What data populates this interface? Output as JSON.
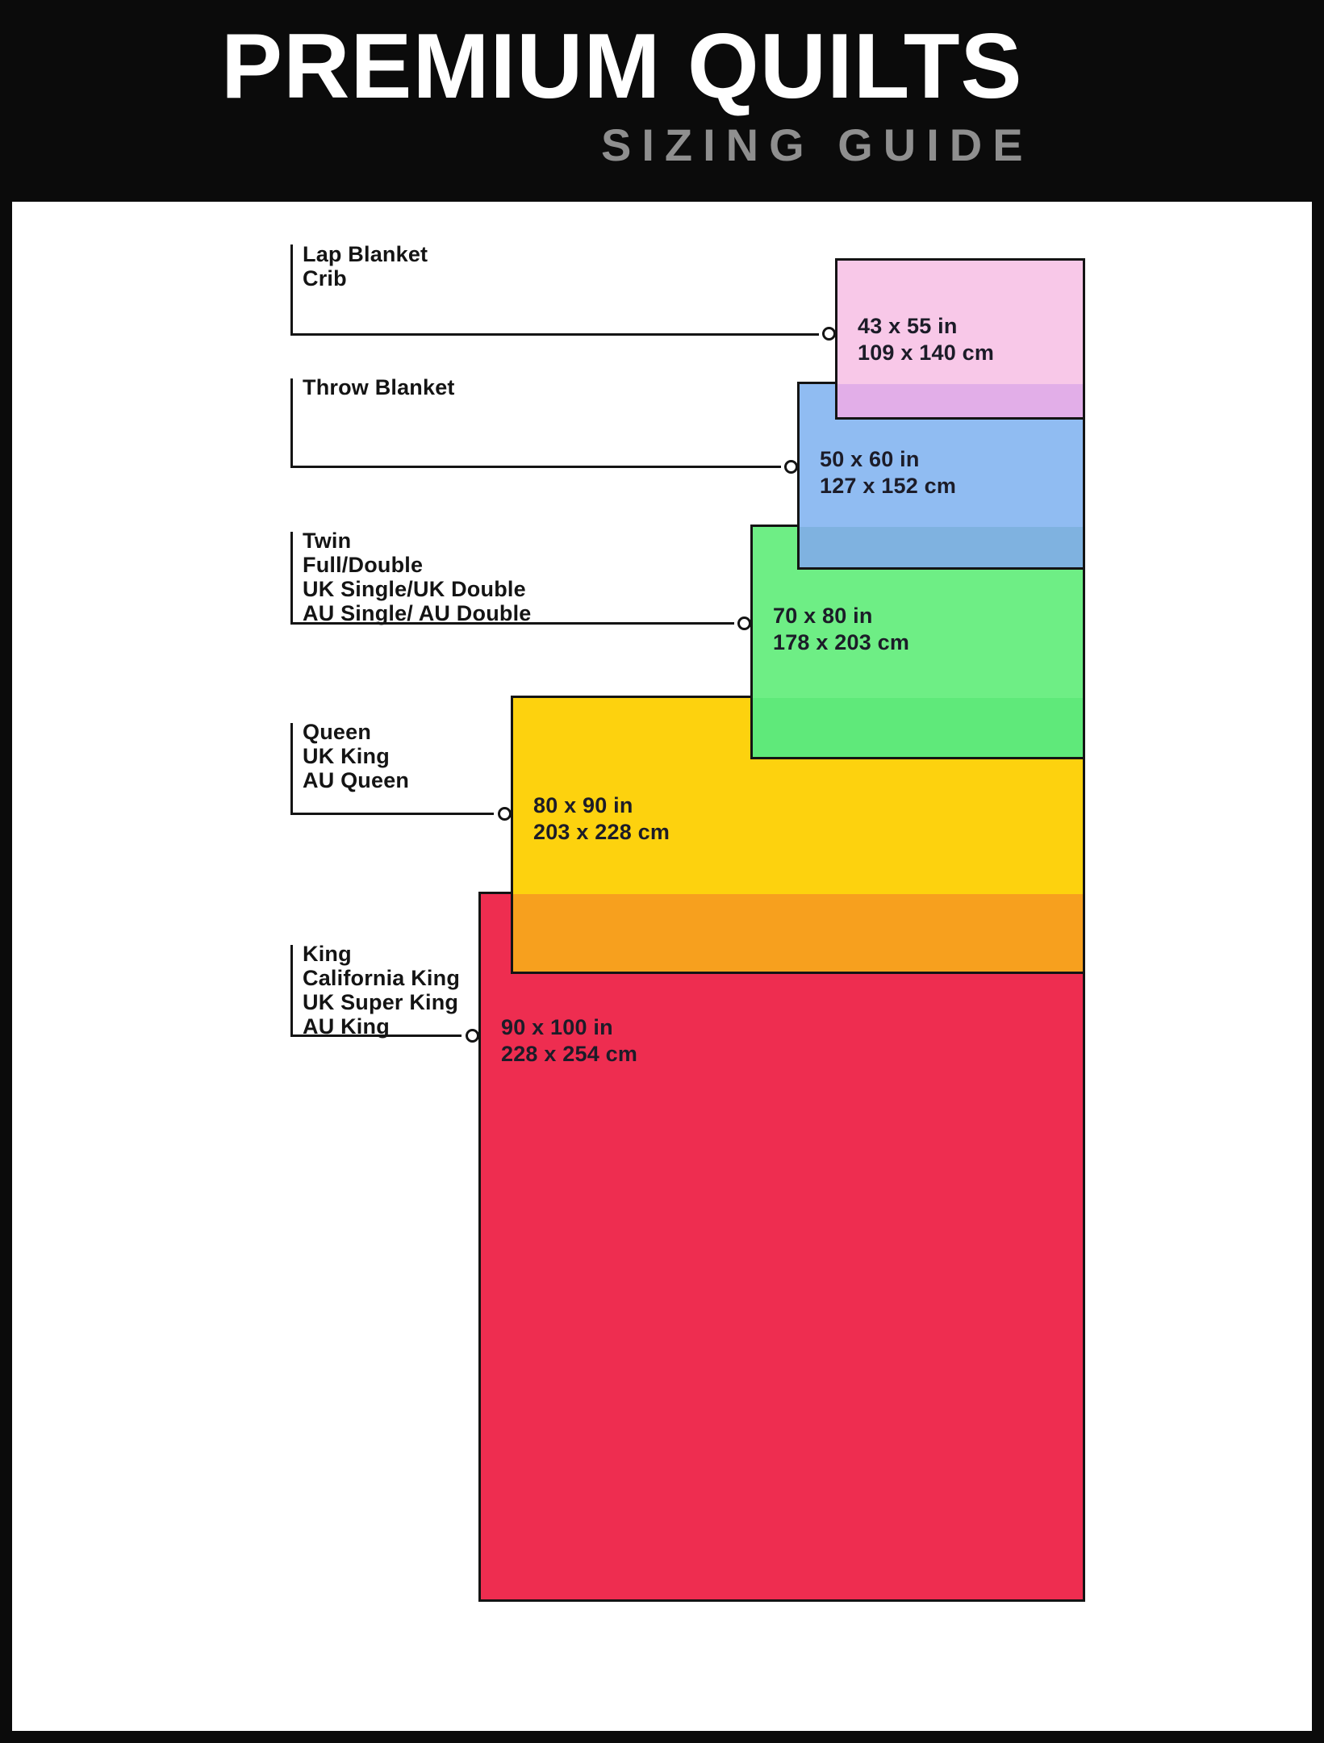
{
  "header": {
    "title": "PREMIUM QUILTS",
    "subtitle": "SIZING GUIDE"
  },
  "sizes": [
    {
      "id": "lap",
      "labels": [
        "Lap Blanket",
        "Crib"
      ],
      "inches": "43 x 55 in",
      "cm": "109 x 140 cm",
      "color": "#f8c8e8",
      "overlap_color": "#e2aee8"
    },
    {
      "id": "throw",
      "labels": [
        "Throw Blanket"
      ],
      "inches": "50 x 60 in",
      "cm": "127 x 152 cm",
      "color": "#90bcf2",
      "overlap_color": "#7fb2e0"
    },
    {
      "id": "twin",
      "labels": [
        "Twin",
        "Full/Double",
        "UK Single/UK Double",
        "AU Single/ AU Double"
      ],
      "inches": "70 x 80 in",
      "cm": "178 x 203 cm",
      "color": "#6eee85",
      "overlap_color": "#5fe97a"
    },
    {
      "id": "queen",
      "labels": [
        "Queen",
        "UK King",
        "AU Queen"
      ],
      "inches": "80 x 90 in",
      "cm": "203 x 228 cm",
      "color": "#fdd20e",
      "overlap_color": "#f7a01e"
    },
    {
      "id": "king",
      "labels": [
        "King",
        "California King",
        "UK Super King",
        "AU King"
      ],
      "inches": "90 x 100 in",
      "cm": "228 x 254 cm",
      "color": "#ee2d50",
      "overlap_color": null
    }
  ]
}
